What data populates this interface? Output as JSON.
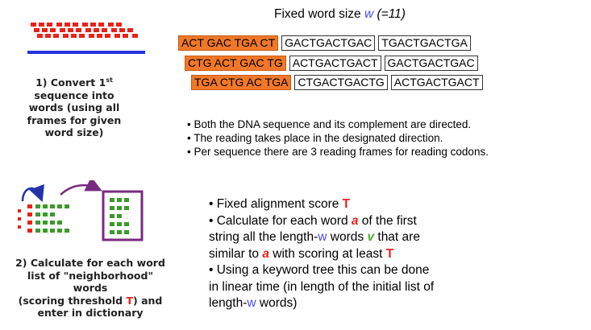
{
  "section1": {
    "caption_line1_pre": "1) Convert 1",
    "caption_sup": "st",
    "caption_rest": "sequence into words (using all frames for given word size)",
    "title_prefix": "Fixed word size ",
    "title_w": "w",
    "title_eq": "(=11)",
    "rows": [
      [
        "ACT GAC TGA CT",
        "GACTGACTGAC",
        "TGACTGACTGA"
      ],
      [
        "CTG ACT GAC TG",
        "ACTGACTGACT",
        "GACTGACTGAC"
      ],
      [
        "TGA CTG AC TGA",
        "CTGACTGACTG",
        "ACTGACTGACT"
      ]
    ],
    "bullets": [
      "Both the DNA sequence and its complement are directed.",
      "The reading takes place in the designated direction.",
      "Per sequence there are 3 reading frames for reading codons."
    ]
  },
  "section2": {
    "caption": "2) Calculate for each word list of \"neighborhood\" words (scoring threshold T) and enter in dictionary",
    "caption_parts": {
      "a": "2) Calculate for each word",
      "b": "list of \"neighborhood\" words",
      "c": "(scoring threshold ",
      "t": "T",
      "d": ") and",
      "e": "enter in dictionary"
    },
    "b1_pre": "• Fixed alignment score ",
    "b1_T": "T",
    "b2_pre": "• Calculate for each word ",
    "b2_a": "a",
    "b2_mid": " of the first",
    "b2_line2_pre": "string all the length-",
    "b2_w": "w",
    "b2_line2_mid": " words ",
    "b2_v": "v",
    "b2_line2_end": " that are",
    "b2_line3_pre": "similar to ",
    "b2_a2": "a",
    "b2_line3_mid": " with scoring at least ",
    "b2_T2": "T",
    "b3_line1": "• Using a keyword tree this can be done",
    "b3_line2": "in linear time (in length of the initial list of",
    "b3_line3_pre": "length-",
    "b3_w": "w",
    "b3_line3_end": " words)"
  },
  "colors": {
    "orange": "#f07828",
    "red": "#e8221a",
    "blue_bar": "#2233dd",
    "green": "#4caf2a",
    "purple": "#7a2a80"
  }
}
